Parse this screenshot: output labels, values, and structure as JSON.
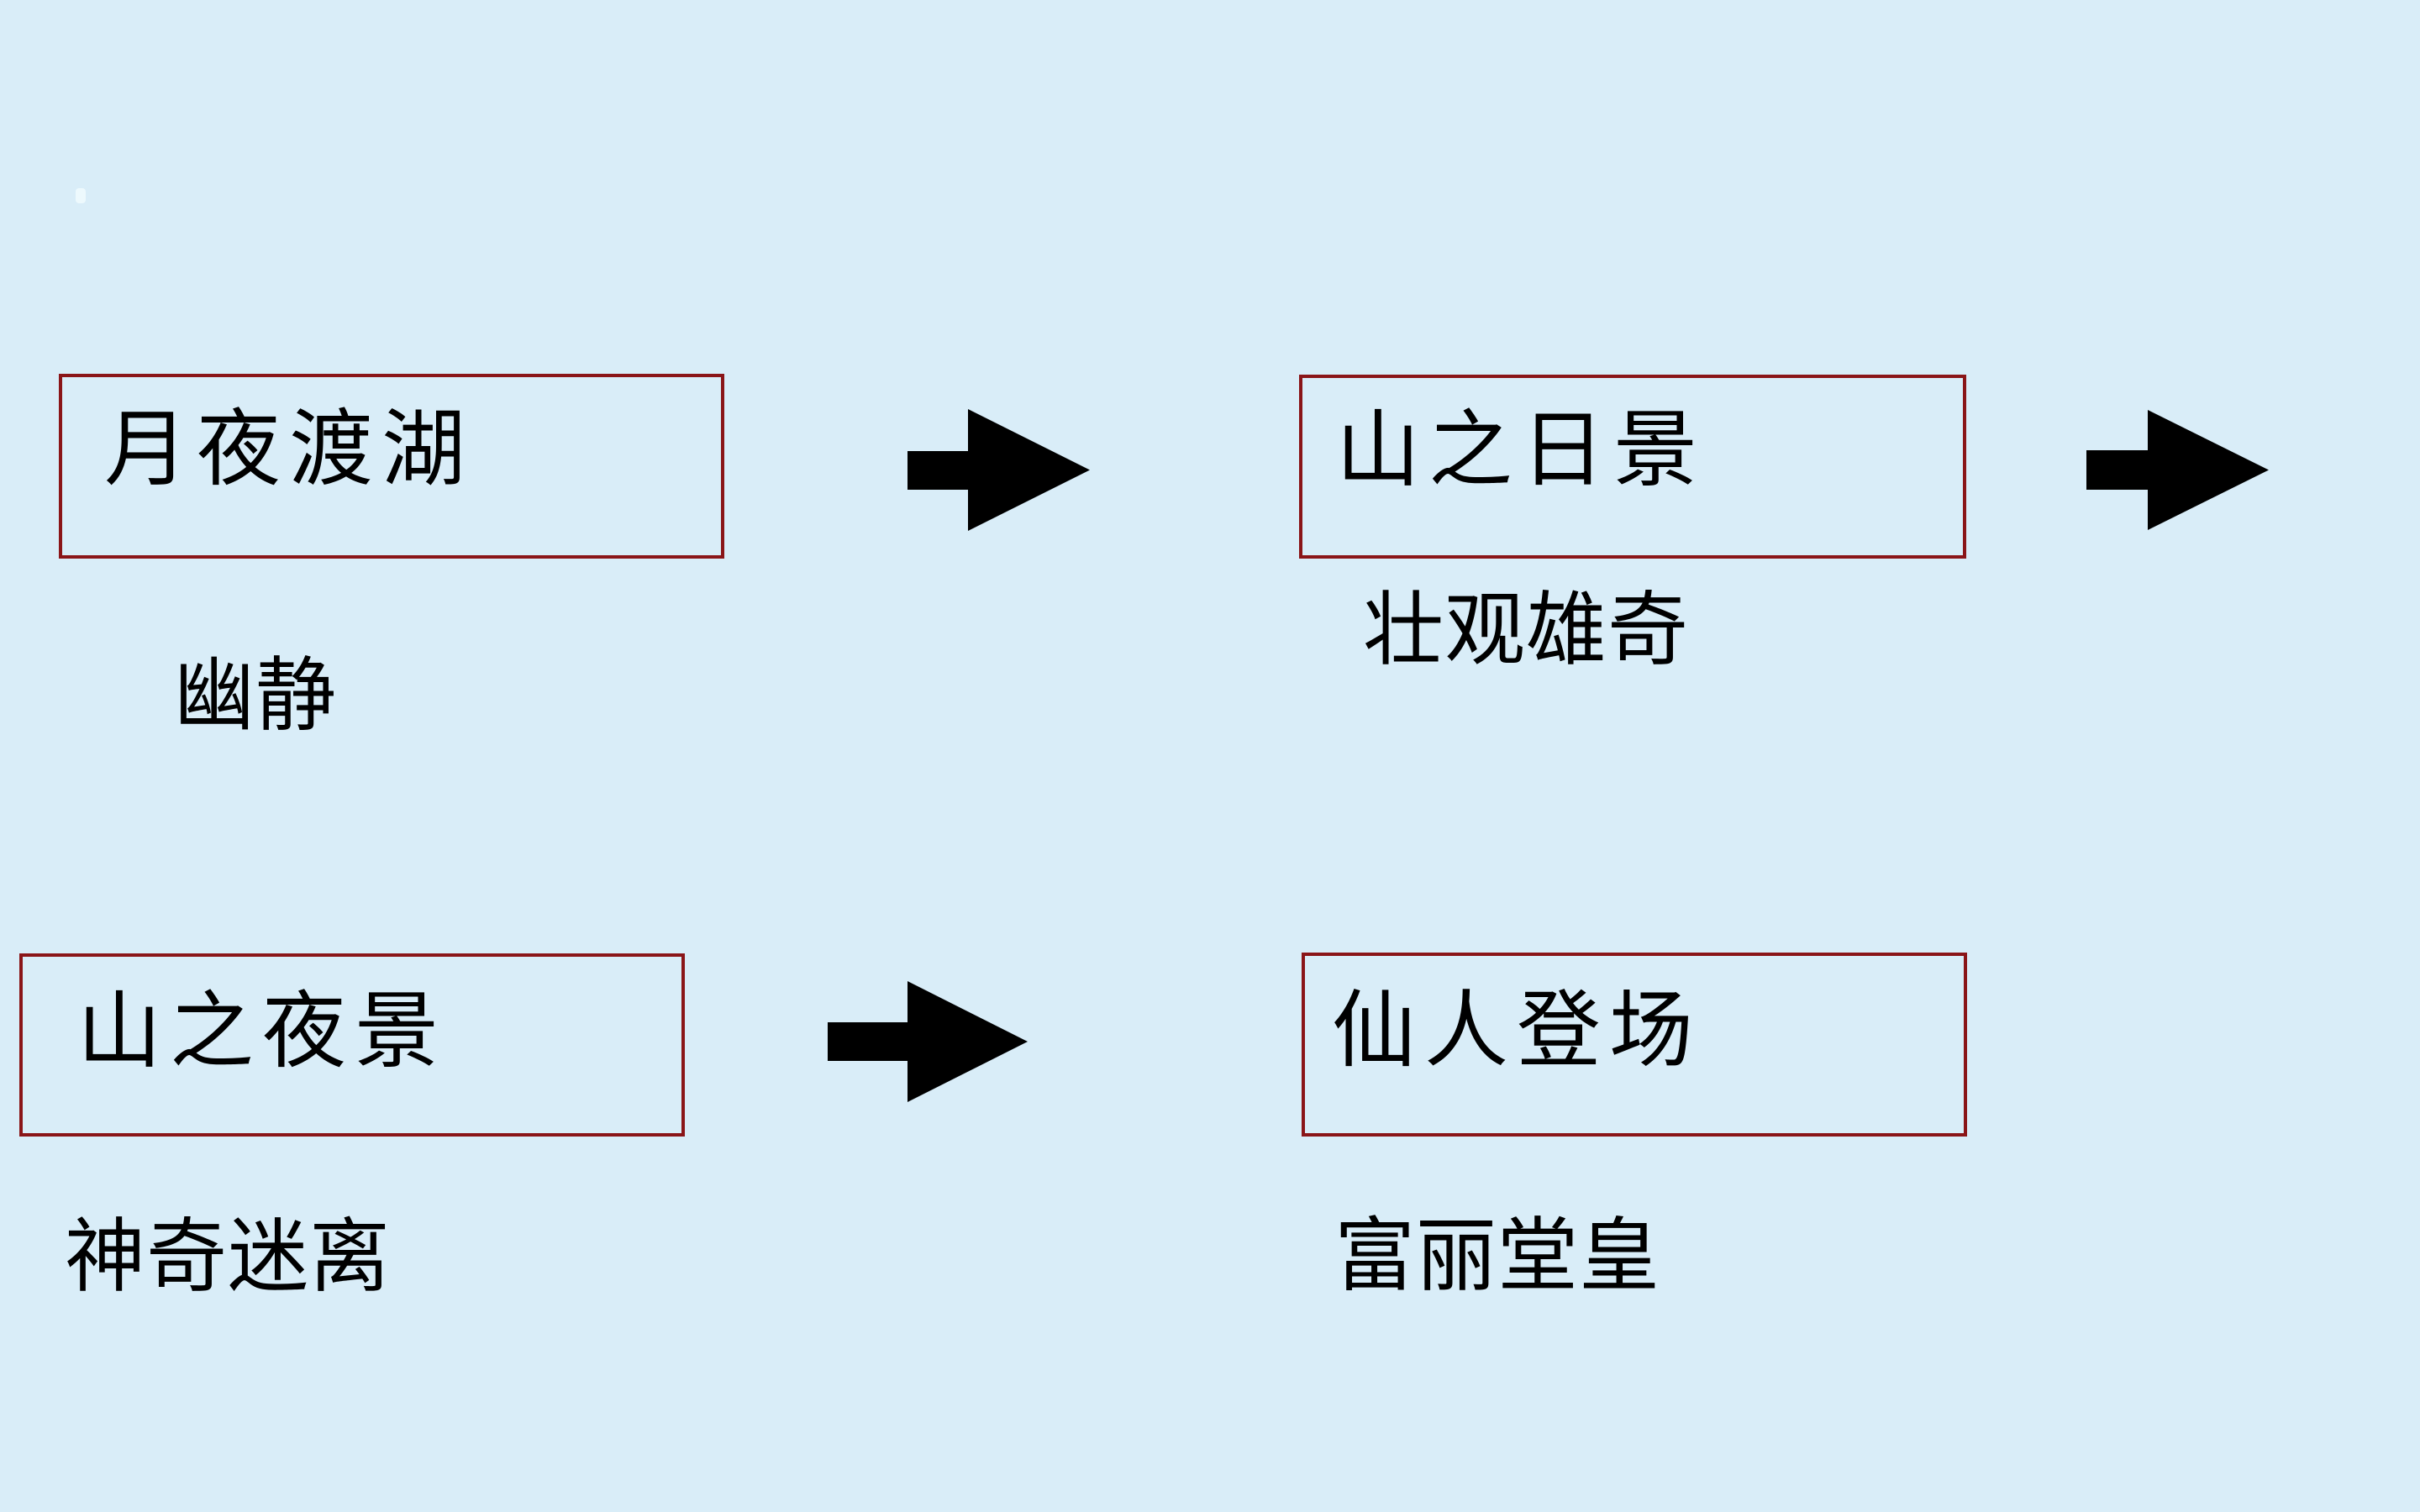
{
  "slide": {
    "type": "flow-diagram",
    "colors": {
      "background": "#d9edf8",
      "box_border": "#8a1518",
      "text": "#000000",
      "arrow": "#000000"
    },
    "flow": {
      "nodes": [
        {
          "label": "月夜渡湖",
          "caption": "幽静"
        },
        {
          "label": "山之日景",
          "caption": "壮观雄奇"
        },
        {
          "label": "山之夜景",
          "caption": "神奇迷离"
        },
        {
          "label": "仙人登场",
          "caption": "富丽堂皇"
        }
      ],
      "connections": [
        {
          "from": "月夜渡湖",
          "to": "山之日景",
          "icon": "arrow-right-icon"
        },
        {
          "from": "山之日景",
          "to": "(off-slide right)",
          "icon": "arrow-right-icon"
        },
        {
          "from": "山之夜景",
          "to": "仙人登场",
          "icon": "arrow-right-icon"
        }
      ]
    }
  }
}
